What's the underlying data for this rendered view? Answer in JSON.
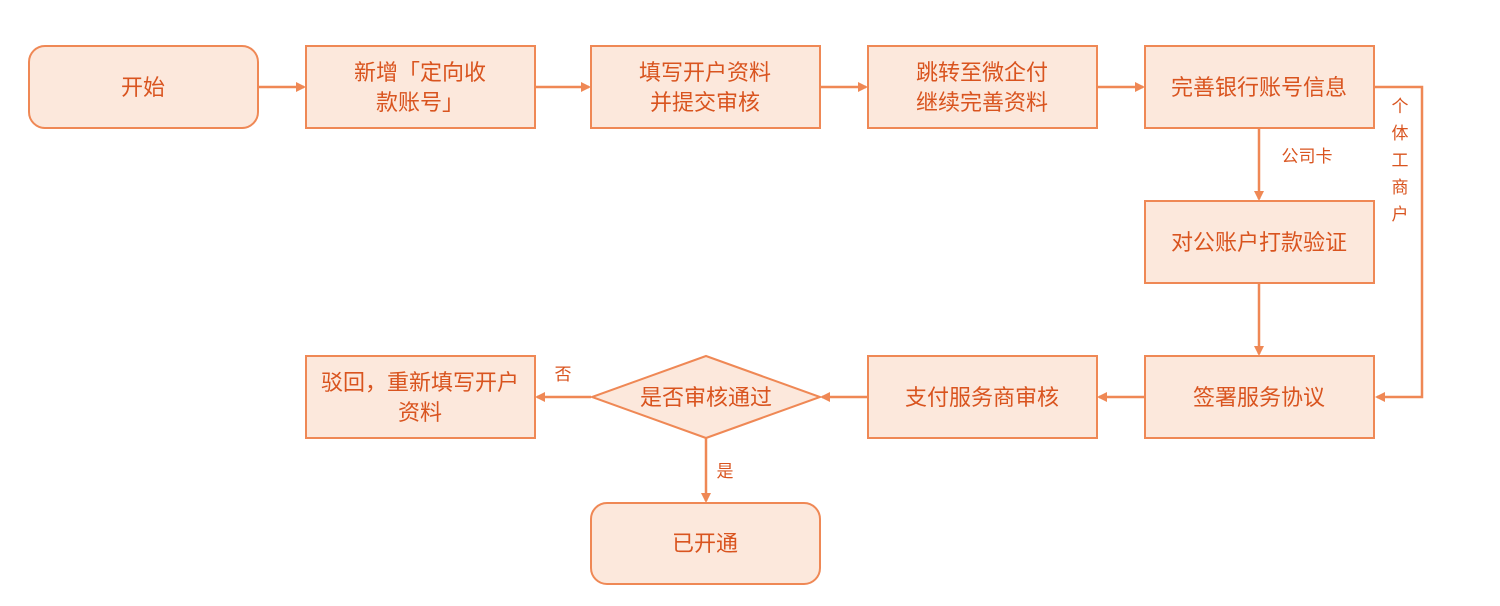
{
  "colors": {
    "stroke": "#EF8855",
    "fill": "#FCE8DC",
    "text": "#D9541F",
    "background": "#FFFFFF"
  },
  "nodes": {
    "start": "开始",
    "add_account_l1": "新增「定向收",
    "add_account_l2": "款账号」",
    "fill_info_l1": "填写开户资料",
    "fill_info_l2": "并提交审核",
    "wecom_l1": "跳转至微企付",
    "wecom_l2": "继续完善资料",
    "bank_info": "完善银行账号信息",
    "corp_verify": "对公账户打款验证",
    "sign_agreement": "签署服务协议",
    "provider_review": "支付服务商审核",
    "decision": "是否审核通过",
    "reject_l1": "驳回，重新填写开户",
    "reject_l2": "资料",
    "opened": "已开通"
  },
  "edge_labels": {
    "company_card": "公司卡",
    "individual": [
      "个",
      "体",
      "工",
      "商",
      "户"
    ],
    "no": "否",
    "yes": "是"
  }
}
